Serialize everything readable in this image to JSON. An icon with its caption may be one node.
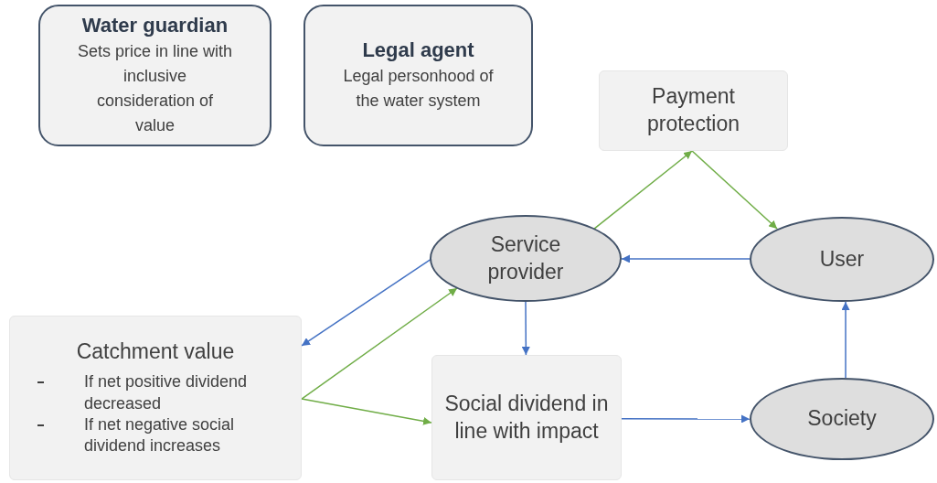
{
  "diagram": {
    "nodes": [
      {
        "text": [
          "Water guardian",
          "Sets price in line with inclusive consideration of value"
        ]
      },
      {
        "text": [
          "Legal agent",
          "Legal personhood of the water system"
        ]
      },
      {
        "text": [
          "Payment protection"
        ]
      },
      {
        "text": [
          "Service provider"
        ]
      },
      {
        "text": [
          "User"
        ]
      },
      {
        "text": [
          "Catchment value",
          "If net positive dividend decreased",
          "If net negative social dividend increases"
        ]
      },
      {
        "text": [
          "Social dividend in line with impact"
        ]
      },
      {
        "text": [
          "Society"
        ]
      }
    ],
    "edges": [
      {
        "from": 3,
        "to": 2,
        "arrow": "to",
        "color": "#70ad47"
      },
      {
        "from": 2,
        "to": 4,
        "arrow": "to",
        "color": "#70ad47"
      },
      {
        "from": 4,
        "to": 3,
        "arrow": "to"
      },
      {
        "from": 3,
        "to": 5,
        "arrow": "to"
      },
      {
        "from": 5,
        "to": 3,
        "arrow": "to",
        "color": "#70ad47"
      },
      {
        "from": 5,
        "to": 6,
        "arrow": "to",
        "color": "#70ad47"
      },
      {
        "from": 3,
        "to": 6,
        "arrow": "to"
      },
      {
        "from": 6,
        "to": 7,
        "arrow": "to"
      },
      {
        "from": 7,
        "to": 4,
        "arrow": "to"
      }
    ]
  }
}
